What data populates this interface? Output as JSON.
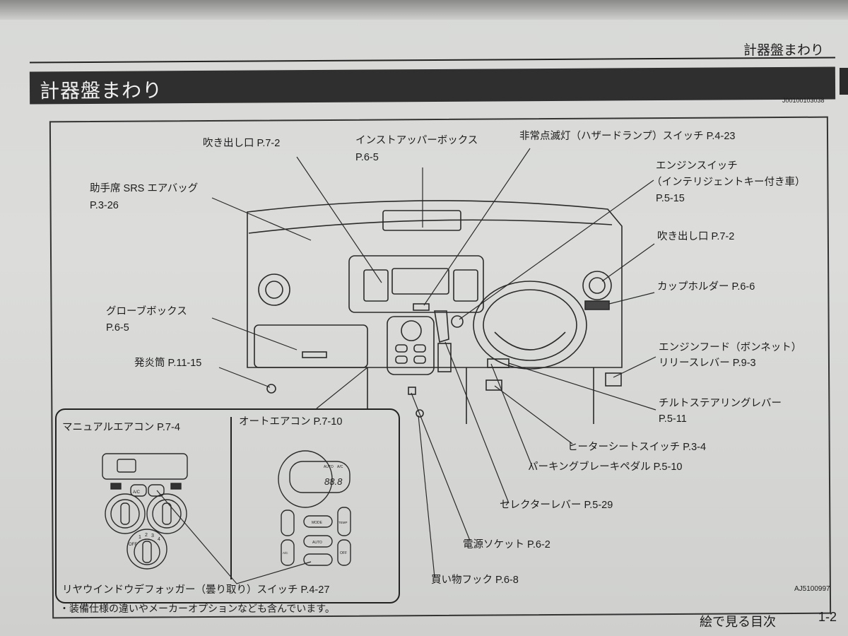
{
  "header": {
    "running_title": "計器盤まわり",
    "section_title": "計器盤まわり",
    "doc_code": "J00100103038"
  },
  "labels": {
    "vent_center": "吹き出し口 P.7-2",
    "upper_box_name": "インストアッパーボックス",
    "upper_box_page": "P.6-5",
    "hazard": "非常点滅灯（ハザードランプ）スイッチ P.4-23",
    "engine_switch_name": "エンジンスイッチ",
    "engine_switch_note": "（インテリジェントキー付き車）",
    "engine_switch_page": "P.5-15",
    "airbag_name": "助手席 SRS エアバッグ",
    "airbag_page": "P.3-26",
    "vent_right": "吹き出し口 P.7-2",
    "cup_holder": "カップホルダー P.6-6",
    "glove_box_name": "グローブボックス",
    "glove_box_page": "P.6-5",
    "flare": "発炎筒 P.11-15",
    "hood_release_name": "エンジンフード（ボンネット）",
    "hood_release_page": "リリースレバー P.9-3",
    "tilt_name": "チルトステアリングレバー",
    "tilt_page": "P.5-11",
    "seat_heater": "ヒーターシートスイッチ P.3-4",
    "parking_brake": "パーキングブレーキペダル P.5-10",
    "selector": "セレクターレバー P.5-29",
    "power_socket": "電源ソケット P.6-2",
    "shopping_hook": "買い物フック P.6-8"
  },
  "inset": {
    "manual_ac": "マニュアルエアコン P.7-4",
    "auto_ac": "オートエアコン P.7-10",
    "defogger": "リヤウインドウデフォッガー（曇り取り）スイッチ P.4-27",
    "display_temp": "88.8",
    "display_auto": "AUTO",
    "display_ac": "A/C",
    "btn_ac": "A/C",
    "btn_mode": "MODE",
    "btn_auto": "AUTO",
    "btn_temp": "TEMP",
    "btn_off": "OFF",
    "fan_off": "OFF",
    "fan_1": "1",
    "fan_2": "2",
    "fan_3": "3",
    "fan_4": "4"
  },
  "figure_ref": "AJ5100997",
  "footnote": "・装備仕様の違いやメーカーオプションなども含んでいます。",
  "footer": {
    "title": "絵で見る目次",
    "page": "1-2"
  }
}
